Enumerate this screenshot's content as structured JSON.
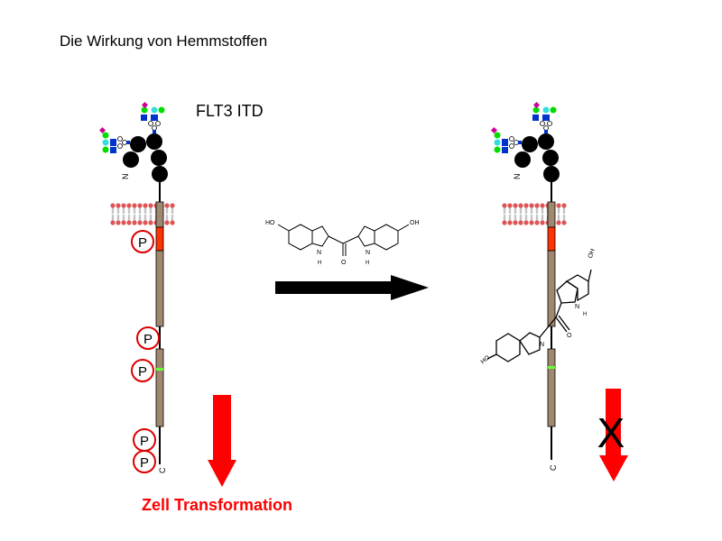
{
  "slide": {
    "title": "Die Wirkung von Hemmstoffen",
    "receptor_label": "FLT3 ITD",
    "result_label": "Zell Transformation"
  },
  "labels": {
    "phospho": "P",
    "n_terminus": "N",
    "c_terminus": "C",
    "blocked_mark": "X",
    "hydroxyl": "HO",
    "hydroxyl_right": "OH",
    "nitrogen": "N",
    "hydrogen": "H",
    "oxygen": "O"
  },
  "colors": {
    "domain_brown": "#a08870",
    "itd_red": "#ff3300",
    "phospho_ring": "#dd0000",
    "arrow_red": "#ff0000",
    "membrane_red": "#dd5555",
    "glycan_magenta": "#cc0099",
    "glycan_cyan": "#33dddd",
    "glycan_green": "#00dd00",
    "glycan_blue": "#0033cc",
    "kinase_insert_green": "#66ff33"
  }
}
